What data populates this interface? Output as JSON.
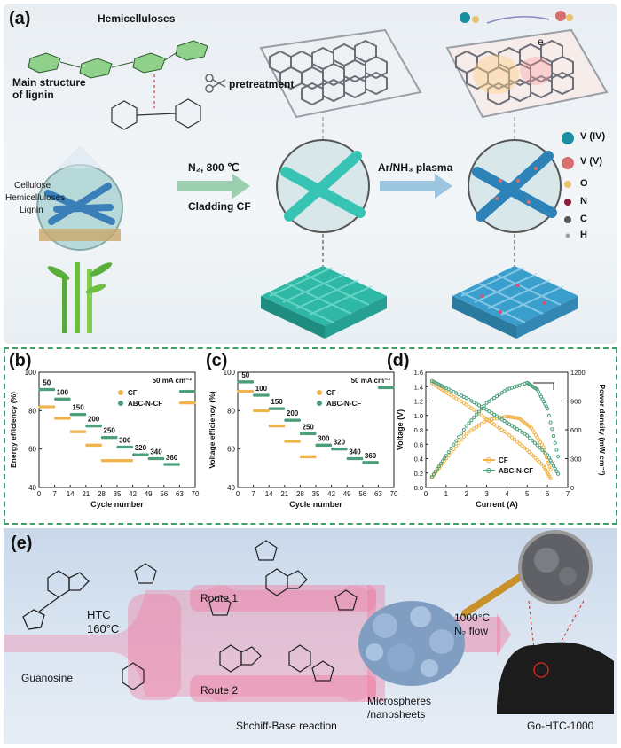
{
  "panel_a": {
    "label": "(a)",
    "hemicelluloses_title": "Hemicelluloses",
    "lignin_title": "Main structure\nof lignin",
    "pretreatment": "pretreatment",
    "fiber_labels": [
      "Cellulose",
      "Hemicelluloses",
      "Lignin"
    ],
    "arrow1_top": "N₂,  800 ℃",
    "arrow1_bottom": "Cladding CF",
    "arrow2_top": "Ar/NH₃ plasma",
    "electron": "e",
    "legend": [
      {
        "label": "V (IV)",
        "color": "#1a8fa0"
      },
      {
        "label": "V (V)",
        "color": "#d6706e"
      },
      {
        "label": "O",
        "color": "#e8c16b"
      },
      {
        "label": "N",
        "color": "#8e1b3a"
      },
      {
        "label": "C",
        "color": "#555555"
      },
      {
        "label": "H",
        "color": "#9aa0a8"
      }
    ]
  },
  "panel_b": {
    "label": "(b)",
    "chart_data": {
      "type": "scatter",
      "xlabel": "Cycle number",
      "ylabel": "Energy efficiency (%)",
      "xlim": [
        0,
        70
      ],
      "ylim": [
        40,
        100
      ],
      "xticks": [
        0,
        7,
        14,
        21,
        28,
        35,
        42,
        49,
        56,
        63,
        70
      ],
      "yticks": [
        40,
        60,
        80,
        100
      ],
      "annotation": "50 mA cm⁻²",
      "current_labels": [
        "50",
        "100",
        "150",
        "200",
        "250",
        "300",
        "320",
        "340",
        "360"
      ],
      "series": [
        {
          "name": "CF",
          "color": "#f0b44a",
          "segments": [
            [
              0,
              7,
              82
            ],
            [
              7,
              14,
              76
            ],
            [
              14,
              21,
              69
            ],
            [
              21,
              28,
              62
            ],
            [
              28,
              35,
              54
            ],
            [
              35,
              42,
              54
            ],
            [
              63,
              70,
              84
            ]
          ]
        },
        {
          "name": "ABC-N-CF",
          "color": "#4a9e7a",
          "segments": [
            [
              0,
              7,
              91
            ],
            [
              7,
              14,
              86
            ],
            [
              14,
              21,
              78
            ],
            [
              21,
              28,
              72
            ],
            [
              28,
              35,
              66
            ],
            [
              35,
              42,
              61
            ],
            [
              42,
              49,
              57
            ],
            [
              49,
              56,
              55
            ],
            [
              56,
              63,
              52
            ],
            [
              63,
              70,
              90
            ]
          ]
        }
      ]
    }
  },
  "panel_c": {
    "label": "(c)",
    "chart_data": {
      "type": "scatter",
      "xlabel": "Cycle number",
      "ylabel": "Voltage efficiency (%)",
      "xlim": [
        0,
        70
      ],
      "ylim": [
        40,
        100
      ],
      "xticks": [
        0,
        7,
        14,
        21,
        28,
        35,
        42,
        49,
        56,
        63,
        70
      ],
      "yticks": [
        40,
        60,
        80,
        100
      ],
      "annotation": "50 mA cm⁻²",
      "current_labels": [
        "50",
        "100",
        "150",
        "200",
        "250",
        "300",
        "320",
        "340",
        "360"
      ],
      "series": [
        {
          "name": "CF",
          "color": "#f0b44a",
          "segments": [
            [
              0,
              7,
              90
            ],
            [
              7,
              14,
              80
            ],
            [
              14,
              21,
              72
            ],
            [
              21,
              28,
              64
            ],
            [
              28,
              35,
              56
            ]
          ]
        },
        {
          "name": "ABC-N-CF",
          "color": "#4a9e7a",
          "segments": [
            [
              0,
              7,
              95
            ],
            [
              7,
              14,
              88
            ],
            [
              14,
              21,
              81
            ],
            [
              21,
              28,
              75
            ],
            [
              28,
              35,
              68
            ],
            [
              35,
              42,
              62
            ],
            [
              42,
              49,
              60
            ],
            [
              49,
              56,
              55
            ],
            [
              56,
              63,
              53
            ],
            [
              63,
              70,
              92
            ]
          ]
        }
      ]
    }
  },
  "panel_d": {
    "label": "(d)",
    "chart_data": {
      "type": "line",
      "xlabel": "Current (A)",
      "ylabel": "Voltage (V)",
      "y2label": "Power density (mW cm⁻²)",
      "xlim": [
        0,
        7
      ],
      "ylim": [
        0,
        1.6
      ],
      "y2lim": [
        0,
        1200
      ],
      "xticks": [
        0,
        1,
        2,
        3,
        4,
        5,
        6,
        7
      ],
      "yticks": [
        0.0,
        0.2,
        0.4,
        0.6,
        0.8,
        1.0,
        1.2,
        1.4,
        1.6
      ],
      "y2ticks": [
        0,
        300,
        600,
        900,
        1200
      ],
      "series": [
        {
          "name": "CF",
          "color": "#f0b44a",
          "voltage": [
            [
              0.3,
              1.45
            ],
            [
              1,
              1.32
            ],
            [
              2,
              1.15
            ],
            [
              3,
              0.95
            ],
            [
              4,
              0.75
            ],
            [
              5,
              0.52
            ],
            [
              5.8,
              0.3
            ],
            [
              6.2,
              0.1
            ]
          ],
          "power": [
            [
              0.3,
              100
            ],
            [
              1,
              300
            ],
            [
              2,
              560
            ],
            [
              3,
              700
            ],
            [
              4,
              740
            ],
            [
              4.6,
              720
            ],
            [
              5.2,
              620
            ],
            [
              5.8,
              420
            ],
            [
              6.2,
              150
            ]
          ]
        },
        {
          "name": "ABC-N-CF",
          "color": "#4a9e7a",
          "voltage": [
            [
              0.3,
              1.48
            ],
            [
              1,
              1.38
            ],
            [
              2,
              1.24
            ],
            [
              3,
              1.08
            ],
            [
              4,
              0.9
            ],
            [
              5,
              0.72
            ],
            [
              6,
              0.45
            ],
            [
              6.6,
              0.15
            ]
          ],
          "power": [
            [
              0.3,
              110
            ],
            [
              1,
              330
            ],
            [
              2,
              640
            ],
            [
              3,
              880
            ],
            [
              4,
              1020
            ],
            [
              5,
              1090
            ],
            [
              5.5,
              1020
            ],
            [
              6,
              820
            ],
            [
              6.6,
              250
            ]
          ]
        }
      ]
    }
  },
  "panel_e": {
    "label": "(e)",
    "guanosine": "Guanosine",
    "htc": "HTC\n160°C",
    "route1": "Route 1",
    "route2": "Route 2",
    "reaction": "Shchiff-Base reaction",
    "micro": "Microspheres\n/nanosheets",
    "cond": "1000°C\nN₂ flow",
    "product": "Go-HTC-1000"
  }
}
